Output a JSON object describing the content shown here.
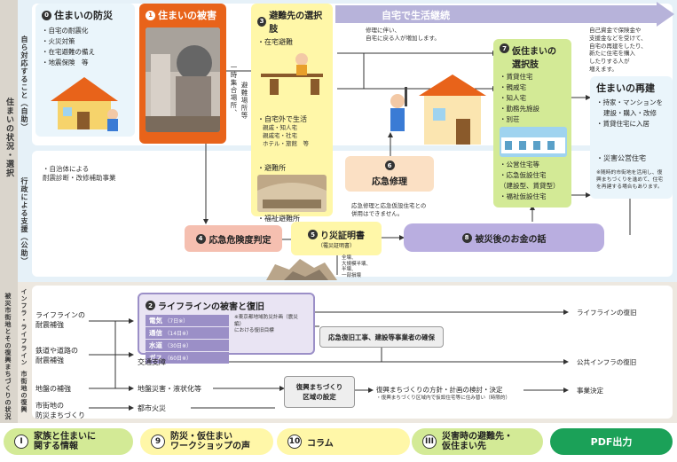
{
  "banner": "自宅で生活継続",
  "side": {
    "main": "住まいの状況・選択",
    "self": "自ら対応すること（自助）",
    "gov": "行政による支援（公助）",
    "infra": "被災市街地とその復興まちづくりの状況",
    "infra_sub1": "インフラ・ライフライン",
    "infra_sub2": "市街地の復興"
  },
  "c0": {
    "num": "0",
    "title": "住まいの防災",
    "items": [
      "・自宅の耐震化",
      "・火災対策",
      "・在宅避難の備え",
      "・地震保険　等"
    ]
  },
  "c1": {
    "num": "1",
    "title": "住まいの被害"
  },
  "c3": {
    "num": "3",
    "title": "避難先の選択肢",
    "home": "・在宅避難",
    "outside": "・自宅外で生活",
    "outside_d": "親戚・知人宅\n親戚宅・社宅\nホテル・旅館　等",
    "shelter": "・避難所",
    "welfare": "・福祉避難所",
    "v1": "一時集合場所、",
    "v2": "避難場所等"
  },
  "c7": {
    "num": "7",
    "title": "仮住まいの\n選択肢",
    "items": [
      "・賃貸住宅",
      "・親戚宅",
      "・知人宅",
      "・勤務先施設",
      "・別荘"
    ],
    "items2": [
      "・公営住宅等",
      "・応急仮設住宅",
      "（建設型、賃貸型）",
      "・福祉仮設住宅"
    ]
  },
  "rebuild": {
    "title": "住まいの再建",
    "items": [
      "・持家・マンションを",
      "建設・購入・改修",
      "・賃貸住宅に入居"
    ],
    "public": "・災害公営住宅",
    "note": "※随時的市街地を活用し、復興まちづくりを進めて、住宅を再建する場合もあります。"
  },
  "note_top": "修理に伴い、\n自宅に戻る人が増加します。",
  "note_right": "自己資金で保険金や\n支援金などを受けて、\n自宅の再建をしたり、\n新たに住宅を購入\nしたりする人が\n増えます。",
  "gov_note": "・自治体による\n耐震診断・改修補助事業",
  "c6": {
    "num": "6",
    "title": "応急修理"
  },
  "c6_note": "応急修理と応急仮設住宅との\n併用はできません。",
  "c4": {
    "num": "4",
    "title": "応急危険度判定"
  },
  "c5": {
    "num": "5",
    "title": "り災証明書",
    "sub": "（罹災証明書）"
  },
  "c5_note": "全壊、\n大規模半壊、\n半壊、\n一部損壊",
  "c8": {
    "num": "8",
    "title": "被災後のお金の話"
  },
  "c2": {
    "num": "2",
    "title": "ライフラインの被害と復旧",
    "rows": [
      {
        "name": "電気",
        "days": "（7日※）"
      },
      {
        "name": "通信",
        "days": "（14日※）"
      },
      {
        "name": "水道",
        "days": "（30日※）"
      },
      {
        "name": "ガス",
        "days": "（60日※）"
      }
    ],
    "note": "※東京都地域防災計画（震災編）\nにおける復旧目標"
  },
  "infra": {
    "lifeline": "ライフラインの\n耐震補強",
    "railroad": "鉄道や道路の\n耐震補強",
    "traffic": "交通支障",
    "ground": "地盤の補強",
    "city": "市街地の\n防災まちづくり",
    "liq": "地盤災害・液状化等",
    "fire": "都市火災",
    "construction": "応急復旧工事、建設等事業者の確保",
    "lifeline_rec": "ライフラインの復旧",
    "public_rec": "公共インフラの復旧",
    "recovery_zone": "復興まちづくり\n区域の設定",
    "policy": "復興まちづくりの方針・計画の検討・決定",
    "policy_note": "・復興まちづくり区域内で仮設住宅等に住み替い（時限的）",
    "decide": "事業決定"
  },
  "buttons": [
    {
      "icon": "I",
      "label": "家族と住まいに\n関する情報"
    },
    {
      "icon": "9",
      "label": "防災・仮住まい\nワークショップの声"
    },
    {
      "icon": "10",
      "label": "コラム"
    },
    {
      "icon": "III",
      "label": "災害時の避難先・\n仮住まい先"
    },
    {
      "icon": "",
      "label": "PDF出力"
    }
  ],
  "colors": {
    "green": "#8dc63f",
    "orange": "#e8631a",
    "yellow": "#fff7a8",
    "purple": "#9b8fc7",
    "pink": "#f5bfb0",
    "lightgreen": "#d3ea96"
  }
}
